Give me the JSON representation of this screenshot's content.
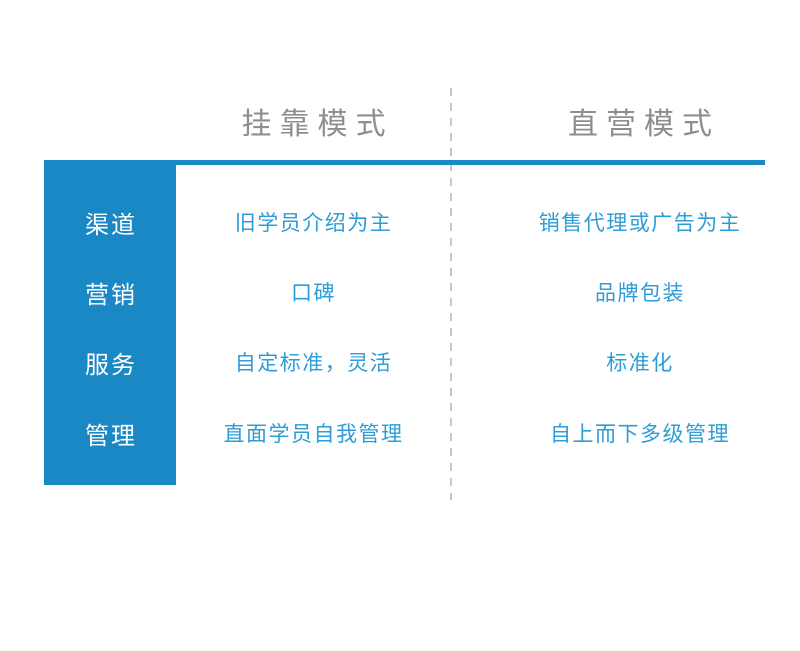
{
  "canvas": {
    "background": "#ffffff"
  },
  "colors": {
    "primary_blue": "#1a88c4",
    "cell_text_blue": "#2d9cd8",
    "header_gray": "#8e8e8e",
    "divider_dash_gray": "#c6c6c6",
    "label_text_white": "#ffffff"
  },
  "table": {
    "headers": [
      "挂靠模式",
      "直营模式"
    ],
    "rows": [
      {
        "label": "渠道",
        "left": "旧学员介绍为主",
        "right": "销售代理或广告为主"
      },
      {
        "label": "营销",
        "left": "口碑",
        "right": "品牌包装"
      },
      {
        "label": "服务",
        "left": "自定标准，灵活",
        "right": "标准化"
      },
      {
        "label": "管理",
        "left": "直面学员自我管理",
        "right": "自上而下多级管理"
      }
    ]
  }
}
